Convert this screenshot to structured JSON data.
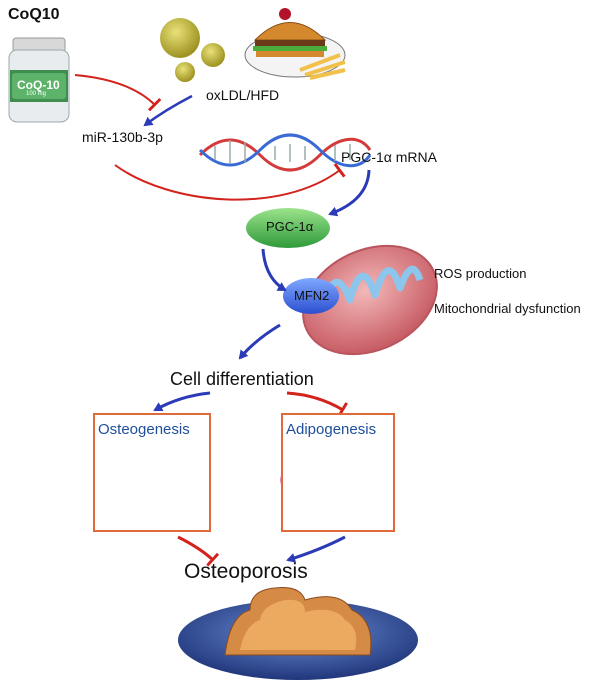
{
  "supplement": {
    "title": "CoQ10",
    "bottle_label": "CoQ-10",
    "bottle_sublabel": "100 mg"
  },
  "stimulus": {
    "label": "oxLDL/HFD"
  },
  "mirna": {
    "label": "miR-130b-3p"
  },
  "mrna": {
    "label": "PGC-1α mRNA"
  },
  "protein": {
    "label": "PGC-1α"
  },
  "mfn2": {
    "label": "MFN2"
  },
  "mito_effects": {
    "ros": "ROS production",
    "dysfunction": "Mitochondrial dysfunction"
  },
  "differentiation": {
    "label": "Cell differentiation"
  },
  "osteo": {
    "label": "Osteogenesis"
  },
  "adipo": {
    "label": "Adipogenesis"
  },
  "outcome": {
    "label": "Osteoporosis"
  },
  "colors": {
    "activate": "#2b3bb8",
    "inhibit": "#d3231d",
    "box_border": "#e06a3a",
    "box_title": "#1f4e9a"
  }
}
